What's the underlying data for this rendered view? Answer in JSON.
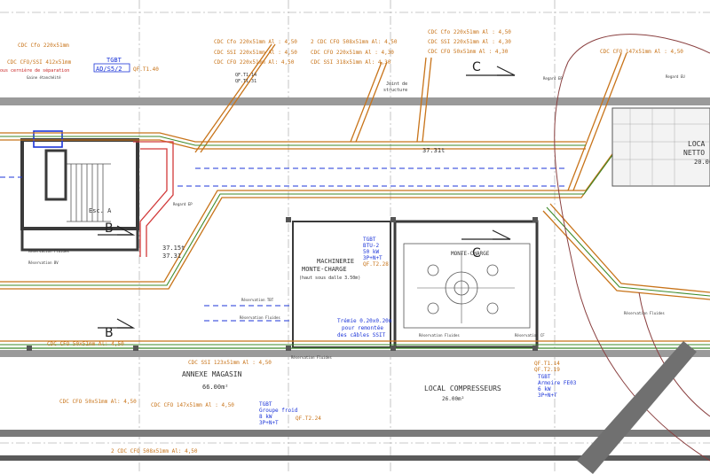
{
  "colors": {
    "cable_orange": "#c8741a",
    "cable_green": "#3e8a2a",
    "cable_red": "#d23a3a",
    "wall_dark": "#3a3a3a",
    "wall_grey": "#9a9a9a",
    "blue_text": "#1c35d8",
    "red_text": "#c82020",
    "brown_curve": "#8a4040",
    "grid": "#b8b8b8"
  },
  "labels": {
    "top_left": {
      "l1": "CDC Cfo 220x51mm",
      "l2": "CDC CFO/SSI 412x51mm",
      "l3": "ous cernière de séparation",
      "l4": "Gaine étanchéité"
    },
    "tgbt_top": {
      "title": "TGBT",
      "ref": "AD/S5/2",
      "code": "QF.T1.40"
    },
    "qf_top": {
      "a": "QF.T1.14",
      "b": "QF.T1.31"
    },
    "cdc_mid": {
      "l1": "CDC Cfo 220x51mm Al : 4,50",
      "l2": "CDC SSI 220x51mm Al : 4,50",
      "l3": "CDC CFO 220x51mm Al: 4,50"
    },
    "cdc_center": {
      "l1": "2 CDC CFO 508x51mm Al: 4,50",
      "l2": "CDC CFO 220x51mm Al : 4,30",
      "l3": "CDC SSI 318x51mm Al: 4,30"
    },
    "cdc_right": {
      "l1": "CDC Cfo 220x51mm Al : 4,50",
      "l2": "CDC SSI 220x51mm Al : 4,30",
      "l3": "CDC CFO 50x51mm Al : 4,30"
    },
    "cdc_far_right": {
      "l1": "CDC CFO 147x51mm Al : 4,50"
    },
    "section_c": "C",
    "section_b": "B",
    "joint": {
      "l1": "Joint de",
      "l2": "structure"
    },
    "esc": "Esc. A",
    "machinerie": {
      "l1": "MACHINERIE",
      "l2": "MONTE-CHARGE",
      "l3": "(haut sous dalle 3.50m)"
    },
    "monte_charge": "MONTE-CHARGE",
    "tgbt_mid": {
      "t1": "TGBT",
      "t2": "BTU-2",
      "t3": "50 kW",
      "t4": "3P+N+T",
      "t5": "QF.T2.28"
    },
    "tremie": {
      "l1": "Trémie 0.20x0.20m",
      "l2": "pour remontée",
      "l3": "des câbles SSIT"
    },
    "room_37": {
      "a": "37.15t",
      "b": "37.31"
    },
    "room_37b": "37.31t",
    "annexe": {
      "name": "ANNEXE MAGASIN",
      "area": "66.00m²"
    },
    "local_compresseurs": {
      "name": "LOCAL COMPRESSEURS",
      "area": "26.00m²"
    },
    "local_right": {
      "l1": "LOCA",
      "l2": "NETTO",
      "l3": "20.00"
    },
    "tgbt_bottom": {
      "t1": "TGBT",
      "t2": "Groupe froid",
      "t3": "8 kW",
      "t4": "3P+N+T"
    },
    "qf_bottom": "QF.T2.24",
    "tgbt_right": {
      "t1": "QF.T1.14",
      "t2": "QF.T2.19",
      "t3": "TGBT",
      "t4": "Armoire FE03",
      "t5": "6 kW",
      "t6": "3P+N+T"
    },
    "cdc_ssi_bottom": "CDC SSI 123x51mm Al : 4,50",
    "cdc_cfo_bottom": "CDC CFO 147x51mm Al : 4,50",
    "cdc_cfo_left": "CDC CFO 50x51mm Al: 4,50",
    "cdc_cfo_left2": "CDC CFO 50x51mm Al: 4,50",
    "bottom_text": "2 CDC CFO 508x51mm Al: 4,50",
    "reservations": {
      "r1": "Réservation Fluides",
      "r2": "Réservation BV",
      "r3": "Réservation TBT",
      "r4": "Réservation CF",
      "r5": "Regard EP",
      "r6": "Regard EU",
      "r7": "Regard EP"
    }
  }
}
